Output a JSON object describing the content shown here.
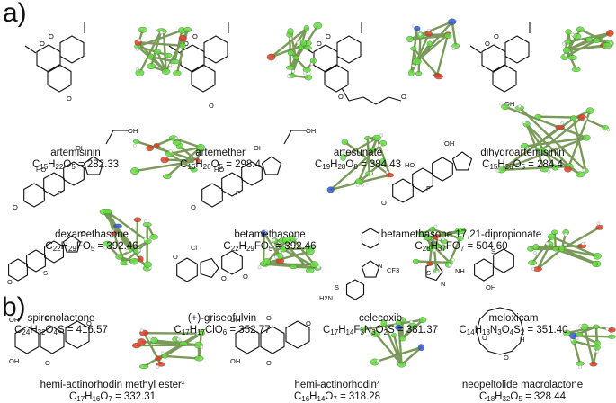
{
  "panels": {
    "a": "a)",
    "b": "b)"
  },
  "compounds": [
    {
      "name": "artemisinin",
      "formula_parts": [
        "C",
        "15",
        "H",
        "22",
        "O",
        "5"
      ],
      "mass": "= 282.33"
    },
    {
      "name": "artemether",
      "formula_parts": [
        "C",
        "16",
        "H",
        "26",
        "O",
        "5"
      ],
      "mass": "= 298.4"
    },
    {
      "name": "artesunate",
      "formula_parts": [
        "C",
        "19",
        "H",
        "28",
        "O",
        "8"
      ],
      "mass": "= 384.43"
    },
    {
      "name": "dihydroartemisinin",
      "formula_parts": [
        "C",
        "15",
        "H",
        "26",
        "O",
        "5"
      ],
      "mass": "= 284.4"
    },
    {
      "name": "dexamethasone",
      "formula_parts": [
        "C",
        "22",
        "H",
        "29",
        "FO",
        "5"
      ],
      "mass": "= 392.46"
    },
    {
      "name": "betamethasone",
      "formula_parts": [
        "C",
        "22",
        "H",
        "29",
        "FO",
        "5"
      ],
      "mass": "= 392.46"
    },
    {
      "name": "betamethasone 17,21-dipropionate",
      "formula_parts": [
        "C",
        "28",
        "H",
        "37",
        "FO",
        "7"
      ],
      "mass": "= 504.60"
    },
    {
      "name": "spironolactone",
      "formula_parts": [
        "C",
        "24",
        "H",
        "32",
        "O",
        "4",
        "S"
      ],
      "mass": "= 416.57"
    },
    {
      "name": "(+)-griseofulvin",
      "formula_parts": [
        "C",
        "17",
        "H",
        "17",
        "ClO",
        "6"
      ],
      "mass": "= 352.77"
    },
    {
      "name": "celecoxib",
      "formula_parts": [
        "C",
        "17",
        "H",
        "14",
        "F",
        "3",
        "N",
        "3",
        "O",
        "2",
        "S"
      ],
      "mass": "= 381.37"
    },
    {
      "name": "meloxicam",
      "formula_parts": [
        "C",
        "14",
        "H",
        "13",
        "N",
        "3",
        "O",
        "4",
        "S",
        "2"
      ],
      "mass": "= 351.40"
    },
    {
      "name": "hemi-actinorhodin methyl ester",
      "name_sup": "x",
      "formula_parts": [
        "C",
        "17",
        "H",
        "16",
        "O",
        "7"
      ],
      "mass": "= 332.31"
    },
    {
      "name": "hemi-actinorhodin",
      "name_sup": "x",
      "formula_parts": [
        "C",
        "16",
        "H",
        "14",
        "O",
        "7"
      ],
      "mass": "= 318.28"
    },
    {
      "name": "neopeltolide macrolactone",
      "formula_parts": [
        "C",
        "18",
        "H",
        "32",
        "O",
        "5"
      ],
      "mass": "= 328.44"
    }
  ],
  "atom_labels": {
    "oh": "OH",
    "ho": "HO",
    "o": "O",
    "f": "F",
    "cl": "Cl",
    "h": "H",
    "s": "S",
    "n": "N",
    "nh": "NH",
    "cf3": "CF3",
    "h2n": "H2N"
  },
  "colors": {
    "ellipsoid_green": "#66dd44",
    "bond_green": "#7a9a5a",
    "oxygen_red": "#e43a2a",
    "nitrogen_blue": "#3355dd",
    "sulfur_yellow": "#e8d84a",
    "hydrogen_white": "#f4f4f4"
  }
}
